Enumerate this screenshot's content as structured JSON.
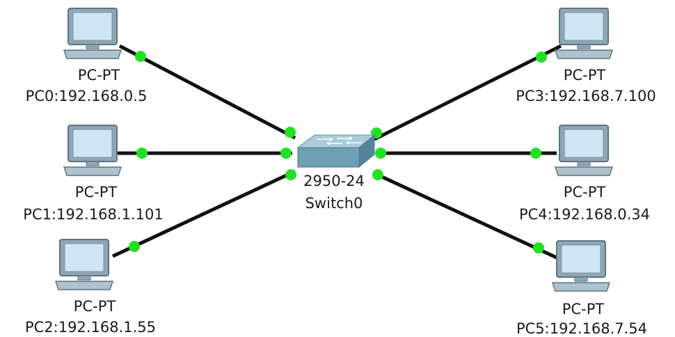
{
  "colors": {
    "link": "#111111",
    "link_up": "#22e022",
    "pc_frame": "#8fa6b3",
    "pc_screen": "#cfe6f2",
    "switch_body": "#6f9fb3"
  },
  "switch": {
    "model": "2950-24",
    "name": "Switch0",
    "icon": "switch-icon"
  },
  "pcs": [
    {
      "model": "PC-PT",
      "label": "PC0:192.168.0.5",
      "icon": "pc-icon"
    },
    {
      "model": "PC-PT",
      "label": "PC1:192.168.1.101",
      "icon": "pc-icon"
    },
    {
      "model": "PC-PT",
      "label": "PC2:192.168.1.55",
      "icon": "pc-icon"
    },
    {
      "model": "PC-PT",
      "label": "PC3:192.168.7.100",
      "icon": "pc-icon"
    },
    {
      "model": "PC-PT",
      "label": "PC4:192.168.0.34",
      "icon": "pc-icon"
    },
    {
      "model": "PC-PT",
      "label": "PC5:192.168.7.54",
      "icon": "pc-icon"
    }
  ]
}
